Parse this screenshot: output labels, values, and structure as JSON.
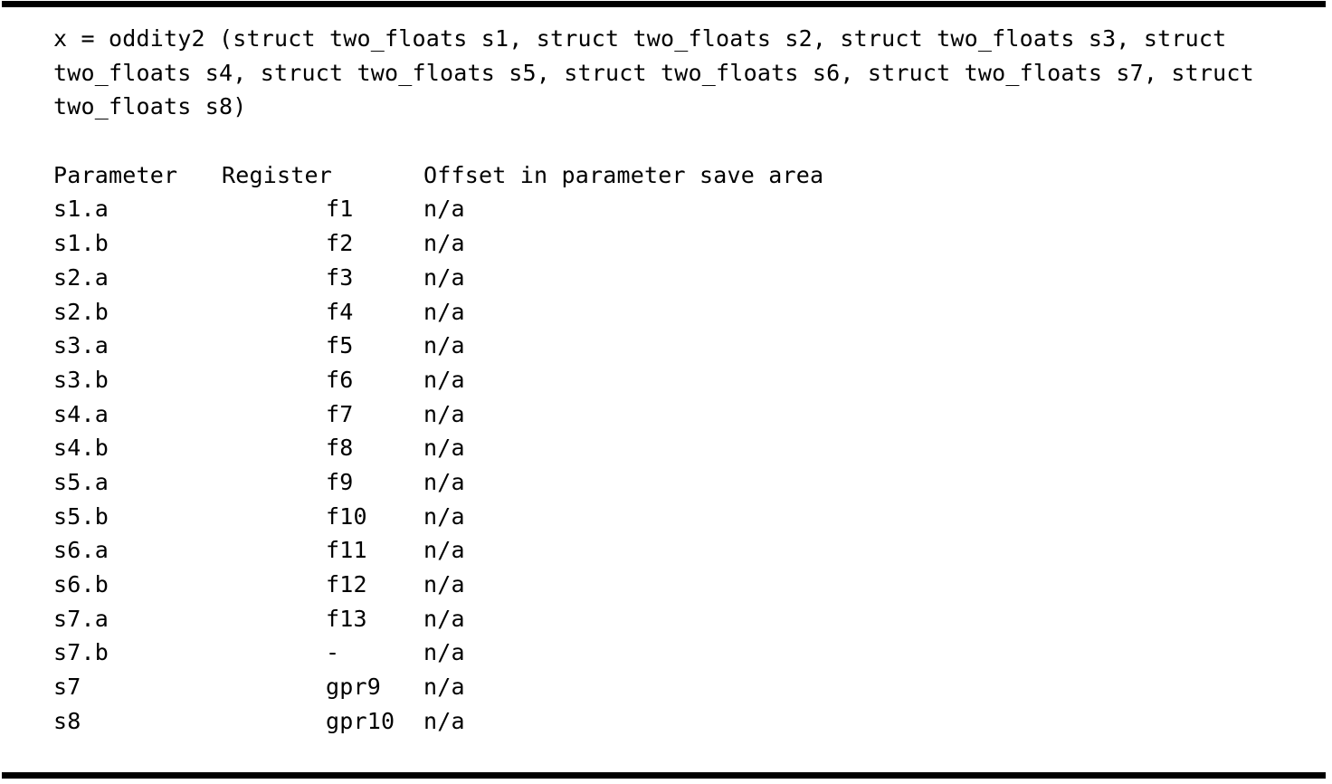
{
  "page": {
    "signature": "x = oddity2 (struct two_floats s1, struct two_floats s2, struct two_floats s3, struct two_floats s4, struct two_floats s5, struct two_floats s6, struct two_floats s7, struct two_floats s8)"
  },
  "table": {
    "headers": [
      "Parameter",
      "Register",
      "Offset in parameter save area"
    ],
    "rows": [
      {
        "parameter": "s1.a",
        "register": "f1",
        "offset": "n/a"
      },
      {
        "parameter": "s1.b",
        "register": "f2",
        "offset": "n/a"
      },
      {
        "parameter": "s2.a",
        "register": "f3",
        "offset": "n/a"
      },
      {
        "parameter": "s2.b",
        "register": "f4",
        "offset": "n/a"
      },
      {
        "parameter": "s3.a",
        "register": "f5",
        "offset": "n/a"
      },
      {
        "parameter": "s3.b",
        "register": "f6",
        "offset": "n/a"
      },
      {
        "parameter": "s4.a",
        "register": "f7",
        "offset": "n/a"
      },
      {
        "parameter": "s4.b",
        "register": "f8",
        "offset": "n/a"
      },
      {
        "parameter": "s5.a",
        "register": "f9",
        "offset": "n/a"
      },
      {
        "parameter": "s5.b",
        "register": "f10",
        "offset": "n/a"
      },
      {
        "parameter": "s6.a",
        "register": "f11",
        "offset": "n/a"
      },
      {
        "parameter": "s6.b",
        "register": "f12",
        "offset": "n/a"
      },
      {
        "parameter": "s7.a",
        "register": "f13",
        "offset": "n/a"
      },
      {
        "parameter": "s7.b",
        "register": "-",
        "offset": "n/a"
      },
      {
        "parameter": "s7",
        "register": "gpr9",
        "offset": "n/a"
      },
      {
        "parameter": "s8",
        "register": "gpr10",
        "offset": "n/a"
      }
    ]
  },
  "colors": {
    "background": "#ffffff",
    "text": "#000000",
    "rule": "#000000"
  }
}
